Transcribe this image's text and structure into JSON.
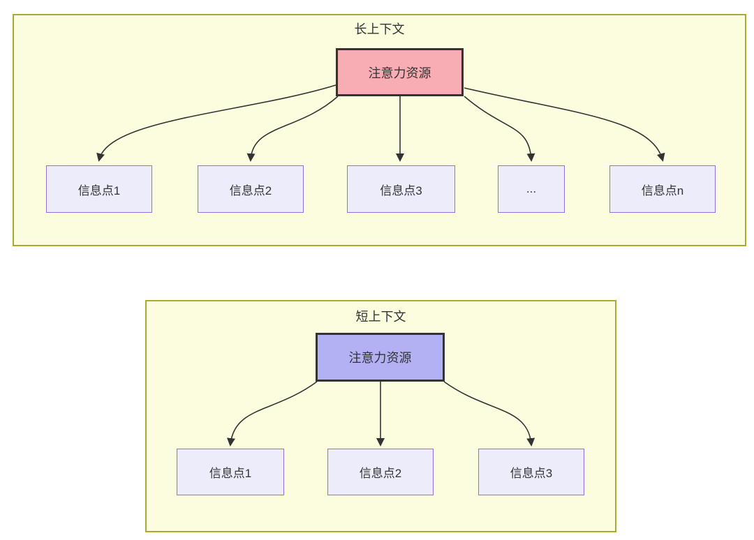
{
  "long_context": {
    "title": "长上下文",
    "attention": {
      "label": "注意力资源"
    },
    "nodes": [
      {
        "label": "信息点1"
      },
      {
        "label": "信息点2"
      },
      {
        "label": "信息点3"
      },
      {
        "label": "..."
      },
      {
        "label": "信息点n"
      }
    ]
  },
  "short_context": {
    "title": "短上下文",
    "attention": {
      "label": "注意力资源"
    },
    "nodes": [
      {
        "label": "信息点1"
      },
      {
        "label": "信息点2"
      },
      {
        "label": "信息点3"
      }
    ]
  },
  "colors": {
    "panel_background": "#FCFCDE",
    "panel_border": "#AAAA33",
    "attention_long_fill": "#F8ACB4",
    "attention_short_fill": "#B1B1F3",
    "attention_border": "#333333",
    "info_node_fill": "#ECECFA",
    "info_node_border": "#9370DB",
    "arrow": "#333333",
    "text": "#333333"
  }
}
